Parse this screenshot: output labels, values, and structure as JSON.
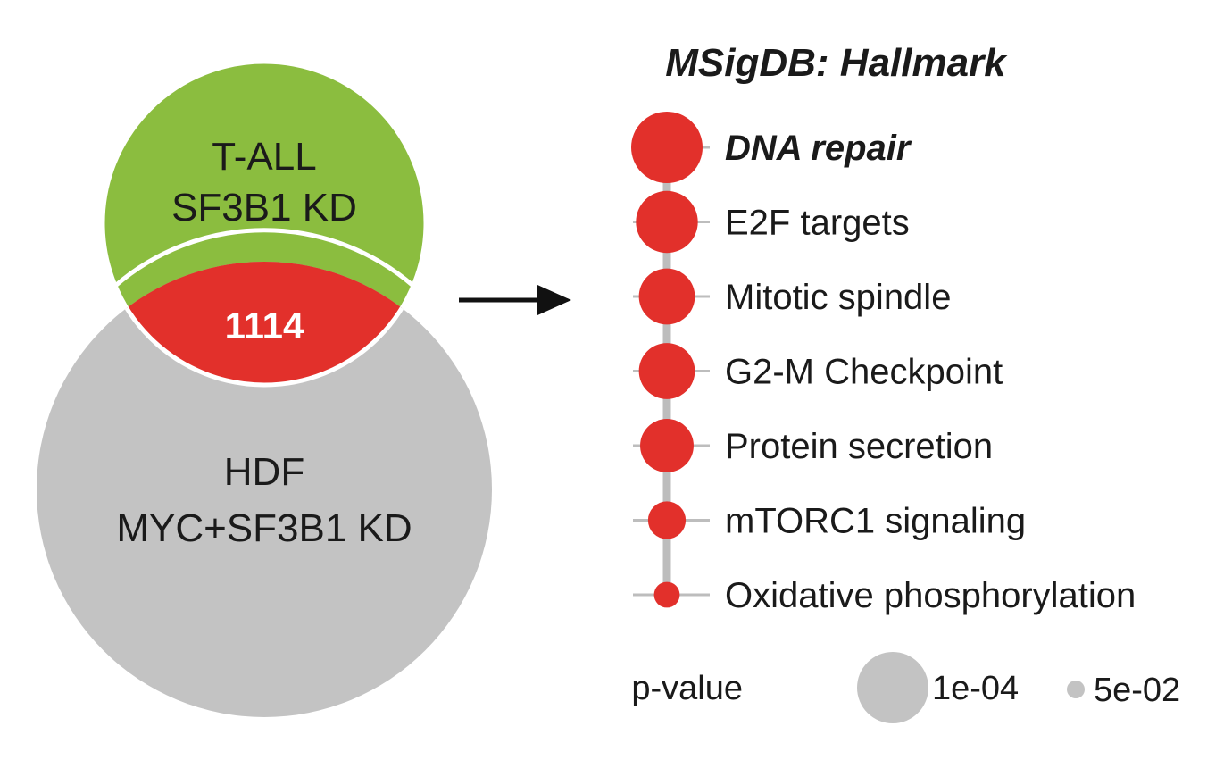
{
  "venn": {
    "set_a": {
      "line1": "T-ALL",
      "line2": "SF3B1 KD",
      "color": "#8bbd3f"
    },
    "set_b": {
      "line1": "HDF",
      "line2": "MYC+SF3B1 KD",
      "color": "#c3c3c3"
    },
    "overlap": {
      "count": "1114",
      "color": "#e2302b"
    }
  },
  "enrichment": {
    "title": "MSigDB: Hallmark",
    "dot_color": "#e2302b",
    "highlight_color": "#e2302b",
    "terms": [
      {
        "label": "DNA repair",
        "p_value": 0.0001,
        "highlight": true
      },
      {
        "label": "E2F targets",
        "p_value": 0.0003,
        "highlight": false
      },
      {
        "label": "Mitotic spindle",
        "p_value": 0.0006,
        "highlight": false
      },
      {
        "label": "G2-M Checkpoint",
        "p_value": 0.0006,
        "highlight": false
      },
      {
        "label": "Protein secretion",
        "p_value": 0.0008,
        "highlight": false
      },
      {
        "label": "mTORC1 signaling",
        "p_value": 0.005,
        "highlight": false
      },
      {
        "label": "Oxidative phosphorylation",
        "p_value": 0.02,
        "highlight": false
      }
    ],
    "legend": {
      "title": "p-value",
      "entries": [
        {
          "label": "1e-04",
          "p_value": 0.0001
        },
        {
          "label": "5e-02",
          "p_value": 0.05
        }
      ],
      "color": "#c3c3c3"
    }
  }
}
